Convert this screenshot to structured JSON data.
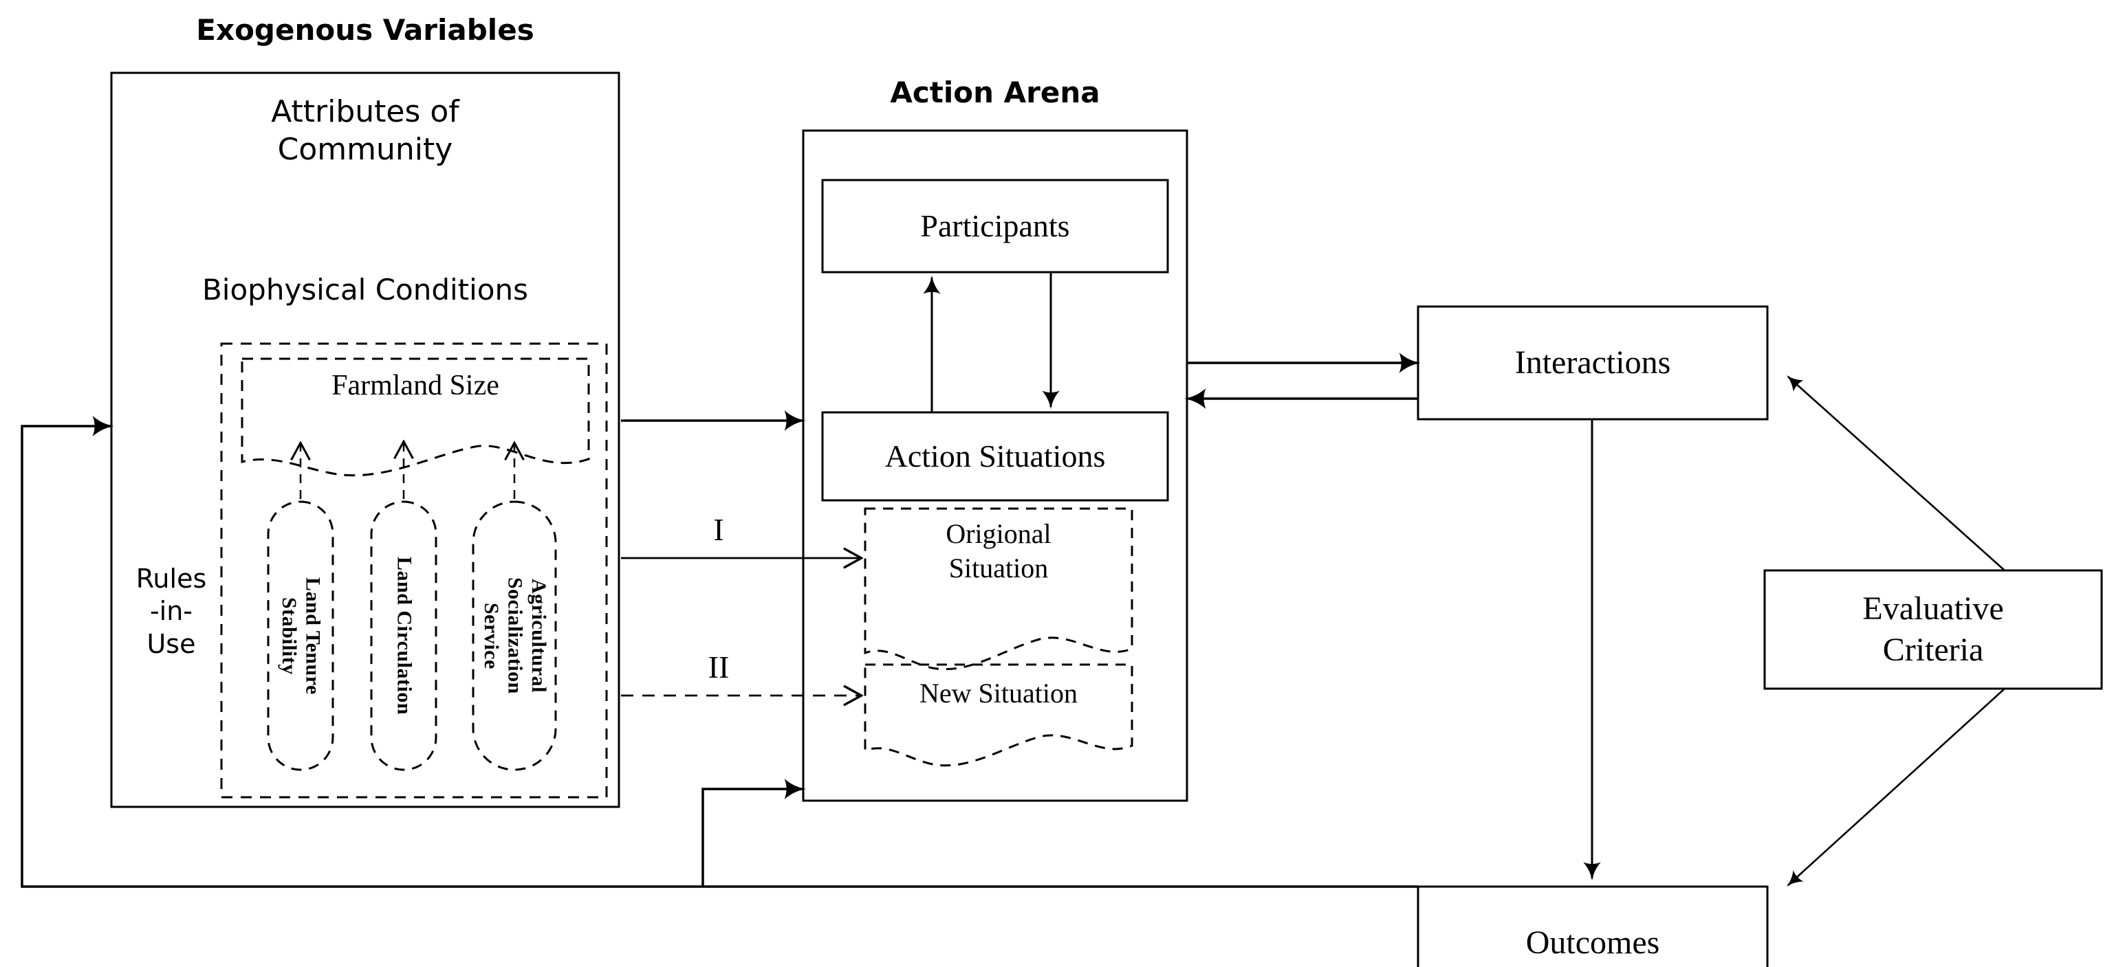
{
  "diagram": {
    "title_exogenous": "Exogenous Variables",
    "title_action_arena": "Action Arena",
    "exogenous": {
      "attributes_of_community": "Attributes of\nCommunity",
      "biophysical_conditions": "Biophysical Conditions",
      "rules_in_use": "Rules\n-in-\nUse",
      "farmland_size": "Farmland Size",
      "factors": [
        {
          "label": "Land Tenure\nStability"
        },
        {
          "label": "Land Circulation"
        },
        {
          "label": "Agricultural\nSocialization\nService"
        }
      ]
    },
    "action_arena": {
      "participants": "Participants",
      "action_situations": "Action Situations",
      "origional_situation": "Origional\nSituation",
      "new_situation": "New Situation"
    },
    "pathways": {
      "path_one": "I",
      "path_two": "II"
    },
    "right_column": {
      "interactions": "Interactions",
      "evaluative_criteria": "Evaluative\nCriteria",
      "outcomes": "Outcomes"
    },
    "colors": {
      "stroke": "#000000",
      "background": "#ffffff",
      "text": "#000000"
    }
  }
}
